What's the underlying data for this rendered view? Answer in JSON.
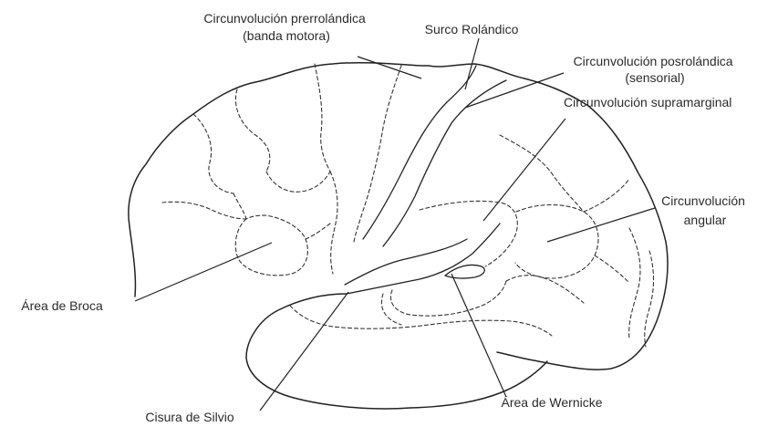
{
  "labels": {
    "precentral": [
      "Circunvolución prerrolándica",
      "(banda motora)"
    ],
    "rolandic": "Surco Rolándico",
    "postcentral": [
      "Circunvolución posrolándica",
      "(sensorial)"
    ],
    "supramarginal": "Circunvolución supramarginal",
    "angular": [
      "Circunvolución",
      "angular"
    ],
    "broca": "Área de Broca",
    "silvio": "Cisura de Silvio",
    "wernicke": "Área de Wernicke"
  }
}
